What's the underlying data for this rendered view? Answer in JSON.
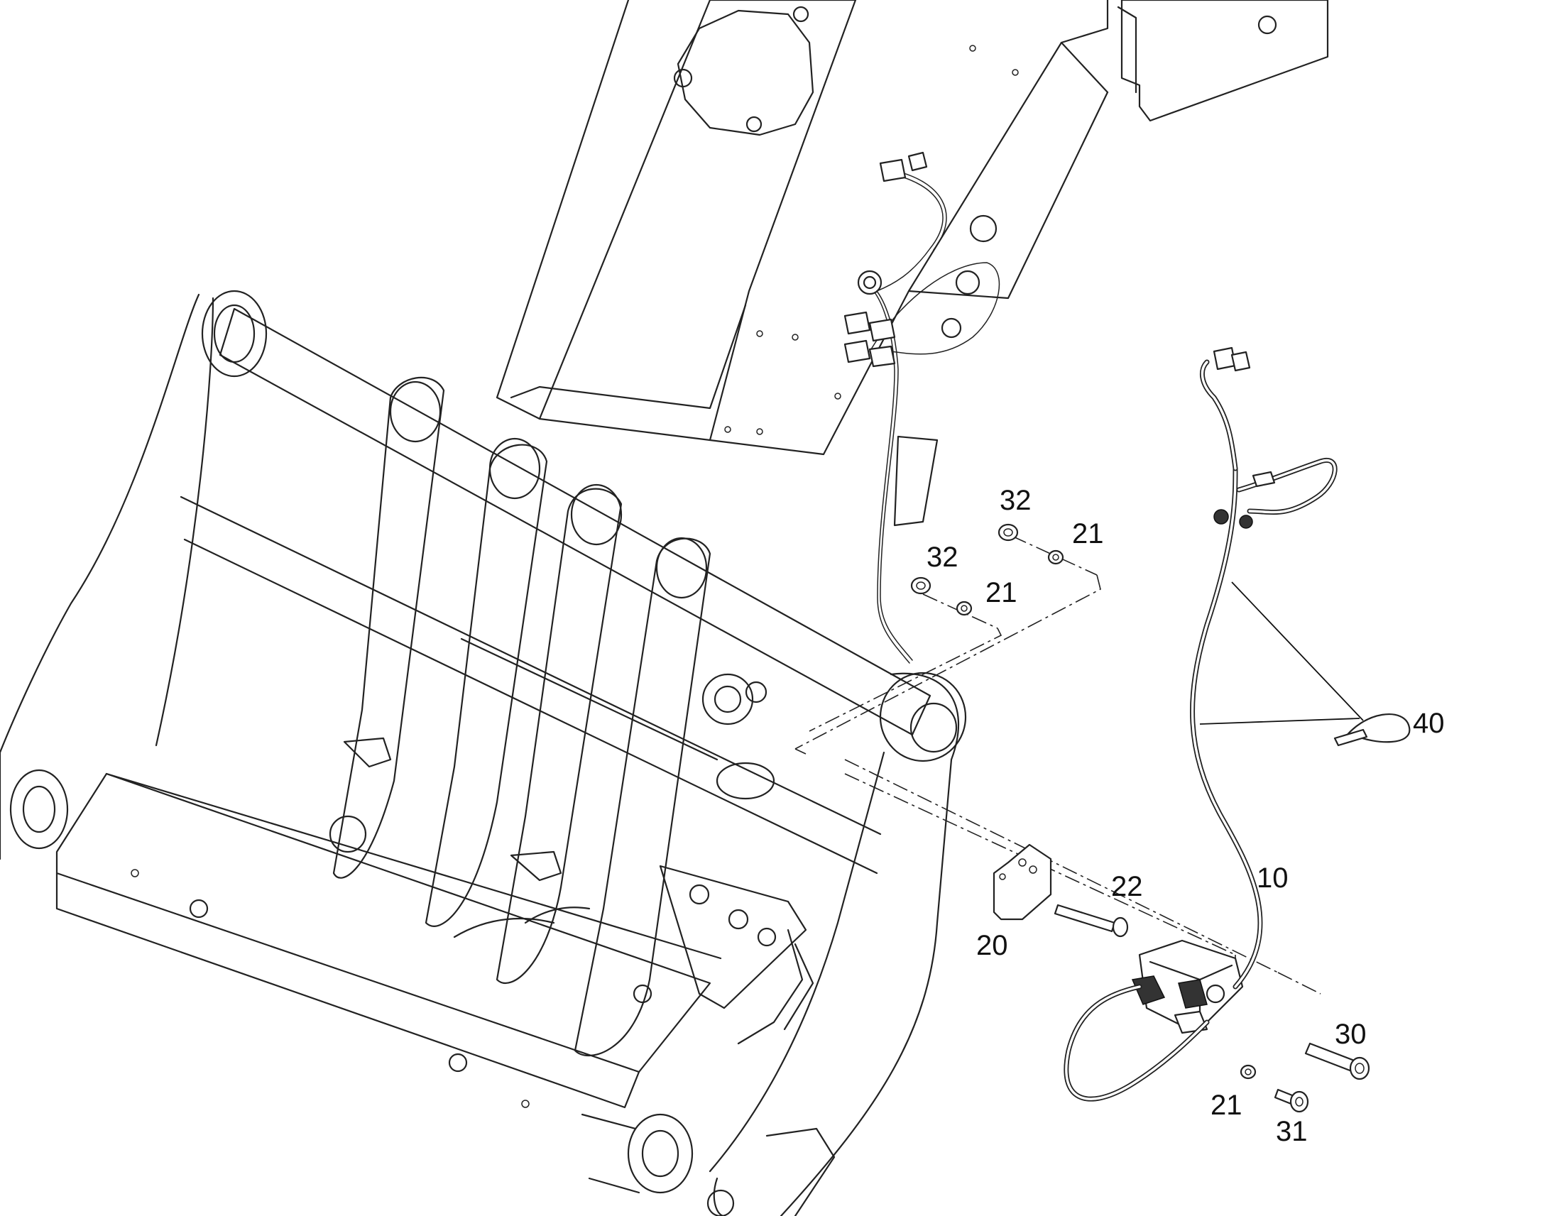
{
  "callouts": [
    {
      "id": "c32a",
      "text": "32"
    },
    {
      "id": "c21a",
      "text": "21"
    },
    {
      "id": "c32b",
      "text": "32"
    },
    {
      "id": "c21b",
      "text": "21"
    },
    {
      "id": "c40",
      "text": "40"
    },
    {
      "id": "c10",
      "text": "10"
    },
    {
      "id": "c22",
      "text": "22"
    },
    {
      "id": "c20",
      "text": "20"
    },
    {
      "id": "c30",
      "text": "30"
    },
    {
      "id": "c21c",
      "text": "21"
    },
    {
      "id": "c31",
      "text": "31"
    }
  ],
  "colors": {
    "line": "#222222",
    "background": "#ffffff"
  }
}
